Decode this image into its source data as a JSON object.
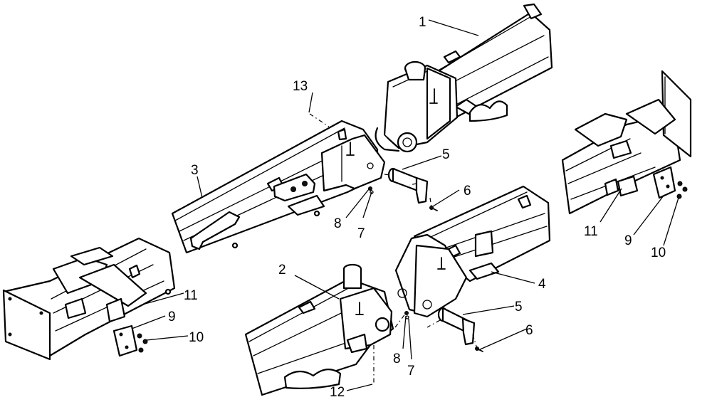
{
  "callouts": {
    "c1": "1",
    "c2": "2",
    "c3": "3",
    "c4": "4",
    "c5_top": "5",
    "c5_bottom": "5",
    "c6_top": "6",
    "c6_bottom": "6",
    "c7_top": "7",
    "c7_bottom": "7",
    "c8_top": "8",
    "c8_bottom": "8",
    "c9_right": "9",
    "c9_left": "9",
    "c10_right": "10",
    "c10_left": "10",
    "c11_right": "11",
    "c11_left": "11",
    "c12": "12",
    "c13": "13"
  }
}
